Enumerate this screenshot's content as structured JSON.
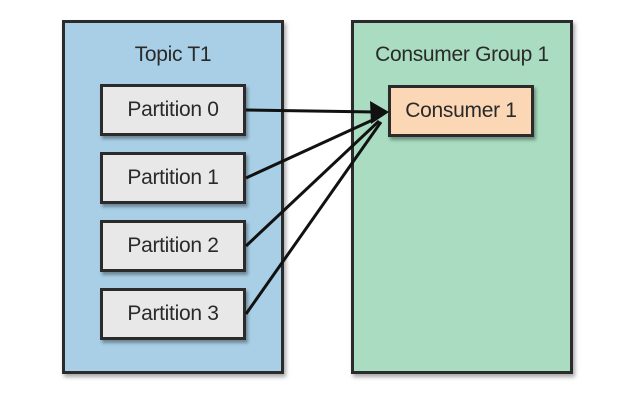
{
  "topic": {
    "title": "Topic T1",
    "color": "#a8cfe6",
    "partitions": [
      {
        "label": "Partition 0"
      },
      {
        "label": "Partition 1"
      },
      {
        "label": "Partition 2"
      },
      {
        "label": "Partition 3"
      }
    ]
  },
  "consumer_group": {
    "title": "Consumer Group 1",
    "color": "#a9dcc0",
    "consumers": [
      {
        "label": "Consumer 1",
        "color": "#fcd7b5"
      }
    ]
  },
  "edges": [
    {
      "from": "Partition 0",
      "to": "Consumer 1"
    },
    {
      "from": "Partition 1",
      "to": "Consumer 1"
    },
    {
      "from": "Partition 2",
      "to": "Consumer 1"
    },
    {
      "from": "Partition 3",
      "to": "Consumer 1"
    }
  ]
}
